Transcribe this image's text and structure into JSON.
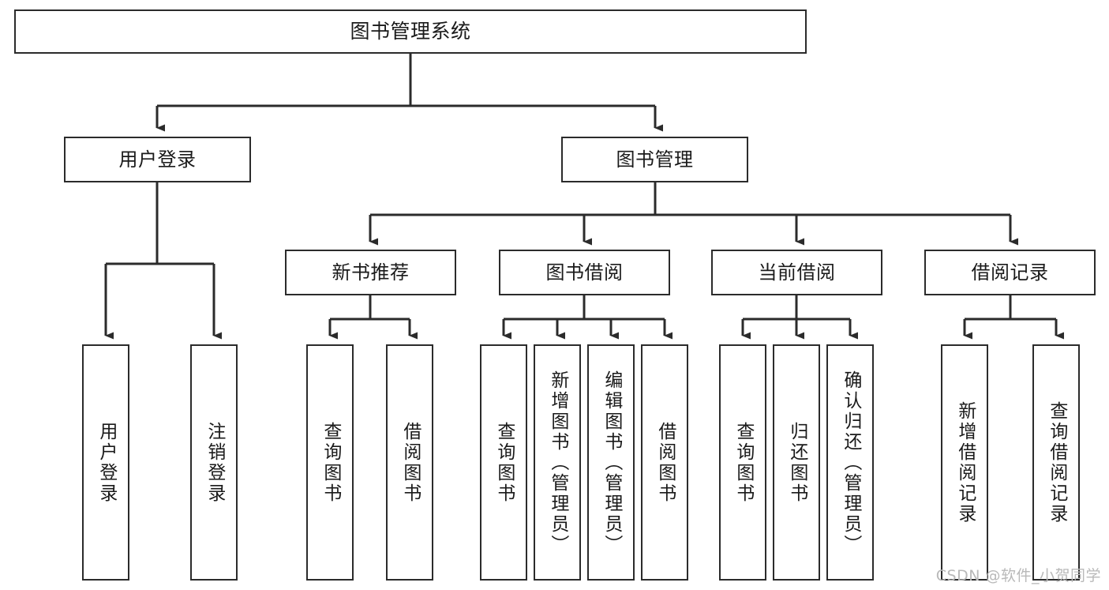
{
  "diagram": {
    "title": "图书管理系统",
    "type": "tree",
    "watermark": "CSDN @软件_小贺同学",
    "colors": {
      "node_border": "#2b2b2b",
      "node_fill": "#ffffff",
      "connector": "#2b2b2b",
      "text": "#1a1a1a",
      "watermark": "#b9b9b9",
      "background": "#ffffff"
    },
    "root": {
      "label": "图书管理系统"
    },
    "level2": [
      {
        "label": "用户登录"
      },
      {
        "label": "图书管理"
      }
    ],
    "level3": [
      {
        "label": "新书推荐"
      },
      {
        "label": "图书借阅"
      },
      {
        "label": "当前借阅"
      },
      {
        "label": "借阅记录"
      }
    ],
    "leaves": {
      "user_login": [
        {
          "label": "用户登录"
        },
        {
          "label": "注销登录"
        }
      ],
      "new_book_recommend": [
        {
          "label": "查询图书"
        },
        {
          "label": "借阅图书"
        }
      ],
      "book_borrow": [
        {
          "label": "查询图书"
        },
        {
          "label": "新增图书（管理员）"
        },
        {
          "label": "编辑图书（管理员）"
        },
        {
          "label": "借阅图书"
        }
      ],
      "current_borrow": [
        {
          "label": "查询图书"
        },
        {
          "label": "归还图书"
        },
        {
          "label": "确认归还（管理员）"
        }
      ],
      "borrow_record": [
        {
          "label": "新增借阅记录"
        },
        {
          "label": "查询借阅记录"
        }
      ]
    }
  }
}
